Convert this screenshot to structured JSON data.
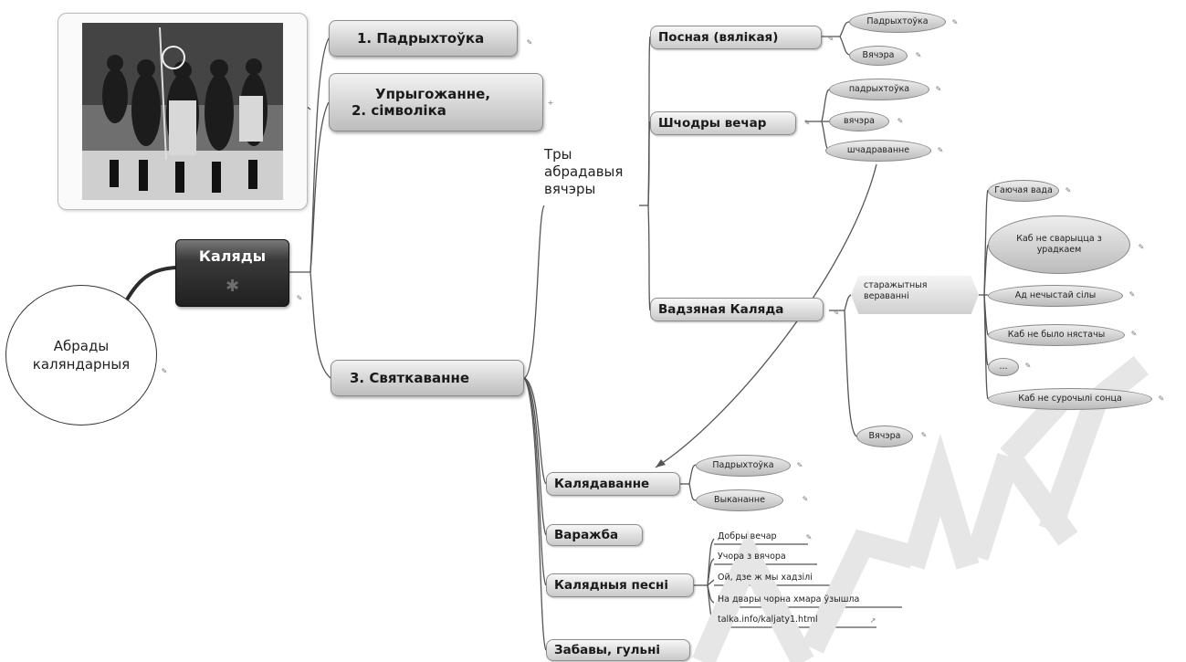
{
  "root": {
    "line1": "Абрады",
    "line2": "каляндарныя"
  },
  "central": {
    "label": "Каляды",
    "icon": "snowflake-icon"
  },
  "topics": {
    "t1": "1. Падрыхтоўка",
    "t2_line1": "Упрыгожанне,",
    "t2_line2": "2. сімволіка",
    "t3": "3. Святкаванне"
  },
  "tryi": {
    "line1": "Тры",
    "line2": "абрадавыя",
    "line3": "вячэры"
  },
  "evenings": {
    "posnaya": "Посная (вялікая)",
    "shchodry": "Шчодры вечар",
    "vadzyanaya": "Вадзяная Каляда"
  },
  "posnaya_children": [
    "Падрыхтоўка",
    "Вячэра"
  ],
  "shchodry_children": [
    "падрыхтоўка",
    "вячэра",
    "шчадраванне"
  ],
  "vadzyanaya_children": {
    "starazhytnyya": "старажытныя вераванні",
    "vyachera": "Вячэра"
  },
  "beliefs": [
    "Гаючая вада",
    "Каб не сварыцца з урадкаем",
    "Ад нечыстай сілы",
    "Каб не было нястачы",
    "...",
    "Каб не сурочылі сонца"
  ],
  "sv_children": {
    "kalyadavanne": "Калядаванне",
    "varazhba": "Варажба",
    "pesni": "Калядныя песні",
    "zabavy": "Забавы, гульні"
  },
  "kalyadavanne_children": [
    "Падрыхтоўка",
    "Выкананне"
  ],
  "songs": [
    "Добры вечар",
    "Учора з вячора",
    "Ой, дзе ж мы хадзілі",
    "На двары чорна хмара ўзышла",
    "talka.info/kaljaty1.html"
  ],
  "colors": {
    "central": "#2a2a2a",
    "line": "#555555",
    "watermark": "#e6e6e6"
  }
}
